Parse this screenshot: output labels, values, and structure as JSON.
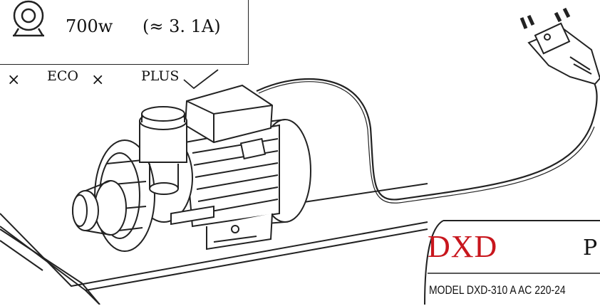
{
  "spec": {
    "power": "700w",
    "current": "(≈  3. 1A)",
    "icon": "pump-icon"
  },
  "modes": {
    "eco_mark": "×",
    "eco_label": "ECO",
    "eco_result": "×",
    "plus_label": "PLUS",
    "plus_result": "check-icon"
  },
  "label": {
    "brand": "DXD",
    "brand_tail": "P",
    "model_line": "MODEL DXD-310 A  AC 220-24",
    "brand_color": "#c8161d"
  },
  "illustration": {
    "pump": "pump-icon",
    "plug": "plug-icon"
  }
}
